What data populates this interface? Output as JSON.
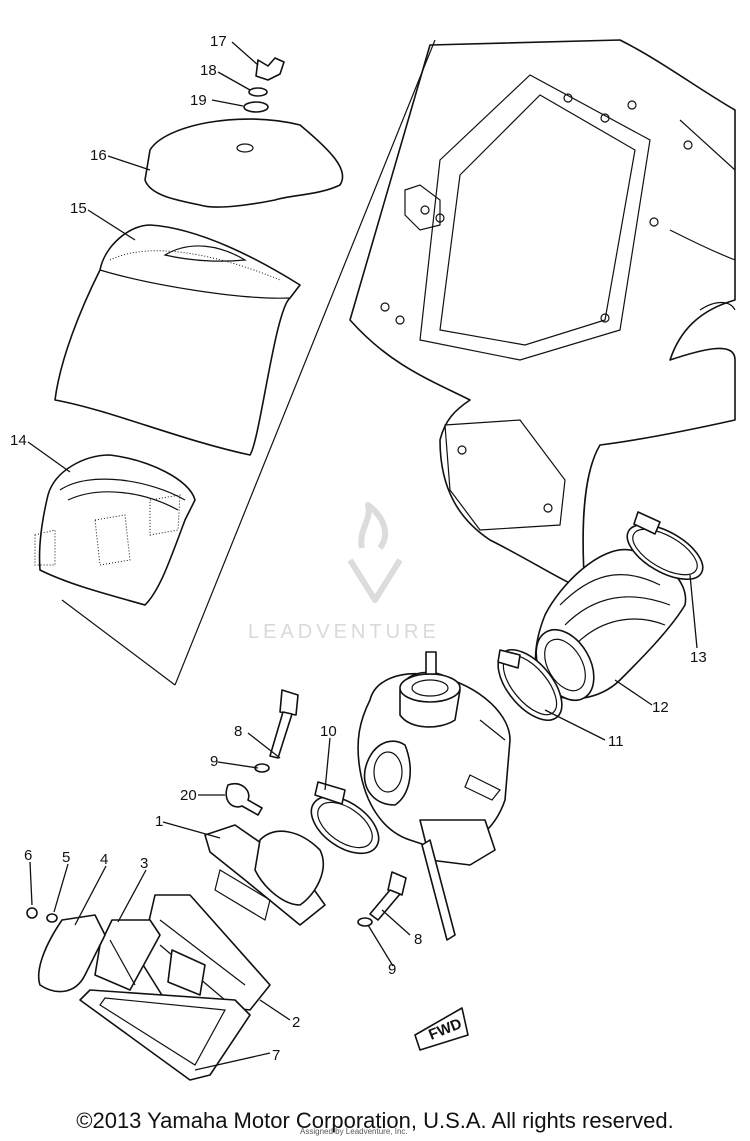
{
  "callouts": {
    "p1": "1",
    "p2": "2",
    "p3": "3",
    "p4": "4",
    "p5": "5",
    "p6": "6",
    "p7": "7",
    "p8a": "8",
    "p8b": "8",
    "p9a": "9",
    "p9b": "9",
    "p10": "10",
    "p11": "11",
    "p12": "12",
    "p13": "13",
    "p14": "14",
    "p15": "15",
    "p16": "16",
    "p17": "17",
    "p18": "18",
    "p19": "19",
    "p20": "20"
  },
  "fwd_label": "FWD",
  "watermark": "LEADVENTURE",
  "credit_small": "Assigned by Leadventure, Inc.",
  "copyright": "©2013 Yamaha Motor Corporation, U.S.A. All rights reserved."
}
